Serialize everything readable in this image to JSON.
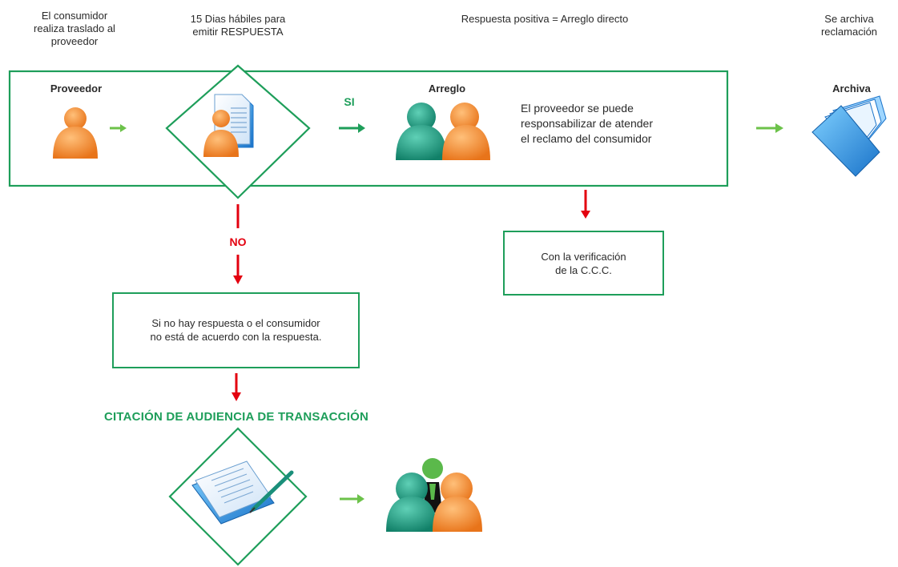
{
  "header": {
    "step1": [
      "El consumidor",
      "realiza traslado al",
      "proveedor"
    ],
    "step2": [
      "15 Dias hábiles para",
      "emitir RESPUESTA"
    ],
    "step3": "Respuesta positiva = Arreglo directo",
    "step4": [
      "Se archiva",
      "reclamación"
    ]
  },
  "flow": {
    "proveedor_label": "Proveedor",
    "si_label": "SI",
    "arreglo_label": "Arreglo",
    "arreglo_text": [
      "El proveedor se puede",
      "responsabilizar de atender",
      "el reclamo del consumidor"
    ],
    "archiva_label": "Archiva",
    "no_label": "NO",
    "verificacion_box": [
      "Con la verificación",
      "de la C.C.C."
    ],
    "no_respuesta_box": [
      "Si no hay respuesta o el consumidor",
      "no está de acuerdo con la respuesta."
    ],
    "citacion_title": "CITACIÓN DE AUDIENCIA DE TRANSACCIÓN"
  },
  "colors": {
    "green": "#1e9e5a",
    "arrow_green": "#6cc24a",
    "red": "#e3000f",
    "orange": "#f28a1e",
    "teal": "#1a8f7a",
    "blue": "#1e88d8"
  }
}
